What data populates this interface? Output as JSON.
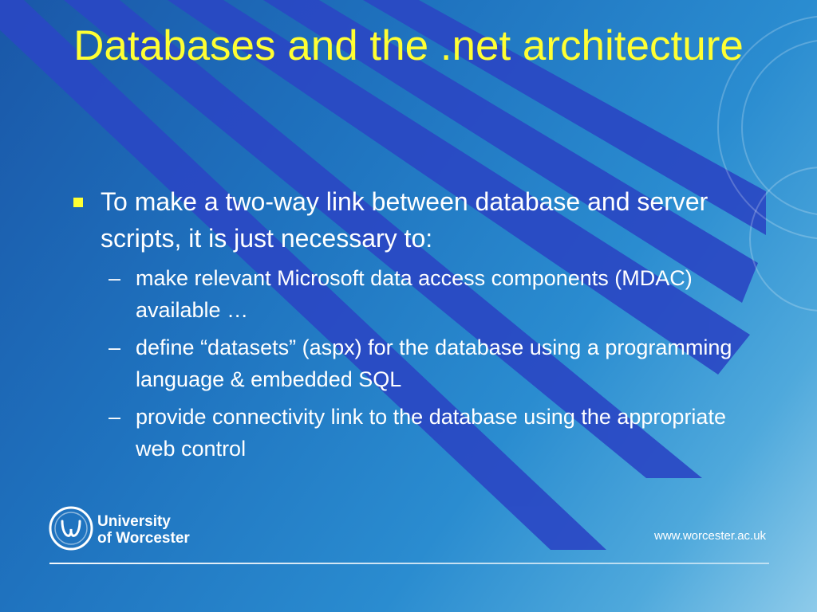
{
  "slide": {
    "title": "Databases and the .net architecture",
    "bullet": {
      "text": "To make a two-way link between database and server scripts, it is just necessary to:",
      "marker": "square-bullet-icon"
    },
    "sub_bullets": [
      {
        "dash": "–",
        "text": "make relevant Microsoft data access components (MDAC) available …"
      },
      {
        "dash": "–",
        "text": "define “datasets” (aspx) for the database using a programming language & embedded SQL"
      },
      {
        "dash": "–",
        "text": "provide connectivity link to the database using the appropriate web control"
      }
    ]
  },
  "footer": {
    "logo": {
      "line1": "University",
      "line2": "of Worcester"
    },
    "url": "www.worcester.ac.uk"
  },
  "colors": {
    "title": "#ffff33",
    "text": "#ffffff",
    "stripe": "#2a48c4",
    "background": "#1f73bf"
  }
}
